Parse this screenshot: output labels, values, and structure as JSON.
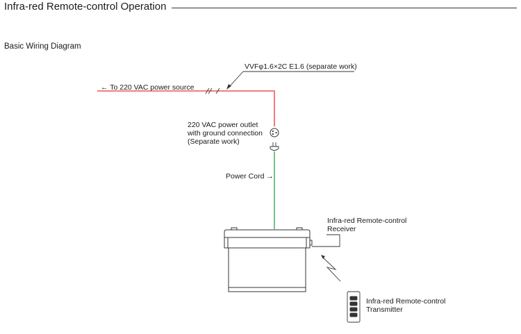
{
  "header": {
    "title": "Infra-red Remote-control Operation",
    "section_title": "Basic Wiring Diagram"
  },
  "diagram": {
    "power_source_label": "← To 220 VAC power source",
    "cable_spec_label": "VVFφ1.6×2C E1.6 (separate work)",
    "outlet_label_lines": [
      "220 VAC power outlet",
      "with ground connection",
      "(Separate work)"
    ],
    "power_cord_label": "Power Cord →",
    "receiver_label_lines": [
      "Infra-red Remote-control",
      "Receiver"
    ],
    "transmitter_label_lines": [
      "Infra-red Remote-control",
      "Transmitter"
    ],
    "colors": {
      "supply_wire": "#e8323c",
      "power_cord": "#2e9e4e",
      "outline": "#333333"
    }
  }
}
